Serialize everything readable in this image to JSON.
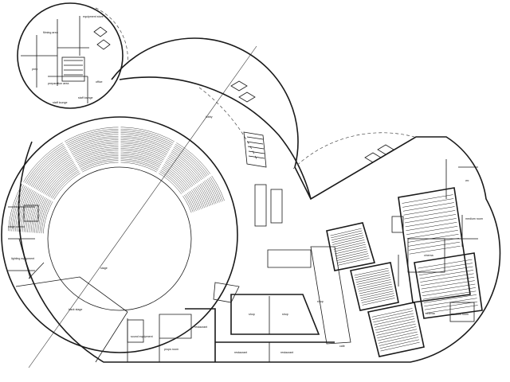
{
  "labels": {
    "filming_area": "filming area",
    "equipment_store": "equipment store",
    "prep": "prep",
    "preparation_area": "preparation area",
    "office": "office",
    "staff_lounge": "staff lounge",
    "staff_lounge_2": "staff lounge",
    "stage_control": "stage control",
    "lighting_equipment": "lighting equipment",
    "stage": "stage",
    "back_stage": "back stage",
    "lobby": "lobby",
    "shop_1": "shop",
    "shop_2": "shop",
    "shop_3": "shop",
    "restaurant_1": "restaurant",
    "restaurant_2": "restaurant",
    "restaurant_3": "restaurant",
    "sound_equipment": "sound equipment",
    "prop_room": "props room",
    "cafe": "cafe",
    "cinema_1": "cinema",
    "cinema_2": "cinema",
    "medium_room": "medium room",
    "medium_room_2": "medium room",
    "wc": "wc"
  }
}
